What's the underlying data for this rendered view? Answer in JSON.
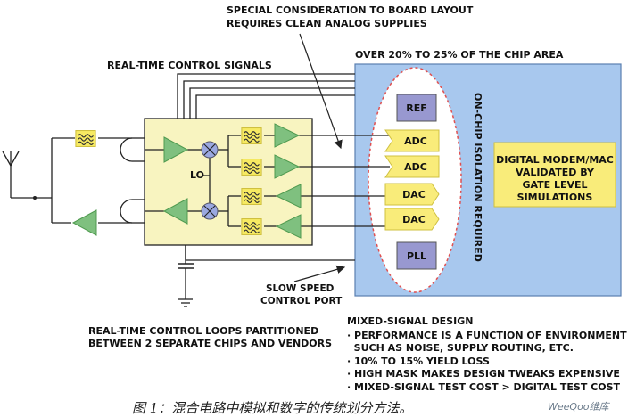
{
  "diagram": {
    "top_note": [
      "SPECIAL CONSIDERATION TO BOARD LAYOUT",
      "REQUIRES CLEAN ANALOG SUPPLIES"
    ],
    "realtime_signals": "REAL-TIME CONTROL SIGNALS",
    "chip_area": "OVER 20% TO 25% OF THE CHIP AREA",
    "lo": "LO",
    "blocks": {
      "ref": "REF",
      "adc1": "ADC",
      "adc2": "ADC",
      "dac1": "DAC",
      "dac2": "DAC",
      "pll": "PLL"
    },
    "isolation": "ON-CHIP ISOLATION REQUIRED",
    "digital_box": [
      "DIGITAL MODEM/MAC",
      "VALIDATED BY",
      "GATE LEVEL",
      "SIMULATIONS"
    ],
    "slow_port": [
      "SLOW SPEED",
      "CONTROL PORT"
    ],
    "loops_note": [
      "REAL-TIME CONTROL LOOPS PARTITIONED",
      "BETWEEN 2 SEPARATE CHIPS AND VENDORS"
    ],
    "mixed_title": "MIXED-SIGNAL DESIGN",
    "bullets": [
      "· PERFORMANCE IS A FUNCTION OF ENVIRONMENT",
      "  SUCH AS NOISE, SUPPLY ROUTING, ETC.",
      "· 10% TO 15% YIELD LOSS",
      "· HIGH MASK MAKES DESIGN TWEAKS EXPENSIVE",
      "· MIXED-SIGNAL TEST COST > DIGITAL TEST COST"
    ],
    "caption": "图 1：混合电路中模拟和数字的传统划分方法。",
    "watermark": "WeeQoo维库"
  },
  "colors": {
    "chip": "#a8c8ee",
    "analog_box": "#f8f4c0",
    "dac_fill": "#f9ec7a",
    "ref_box": "#9898d0",
    "amp": "#7fc07f",
    "mixer": "#9aa8e0"
  }
}
